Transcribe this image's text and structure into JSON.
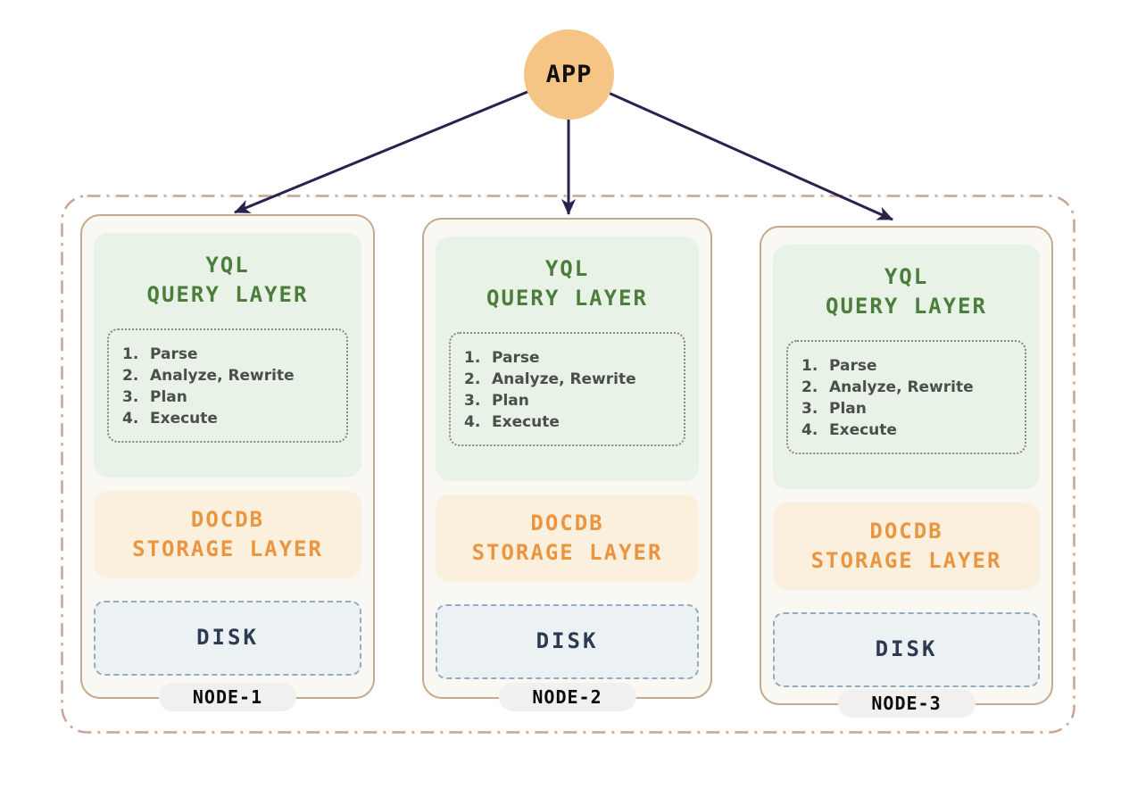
{
  "app": {
    "label": "APP"
  },
  "cluster": {
    "nodes": [
      {
        "query_layer": {
          "title_line1": "YQL",
          "title_line2": "QUERY LAYER",
          "steps": [
            {
              "num": "1.",
              "label": "Parse"
            },
            {
              "num": "2.",
              "label": "Analyze, Rewrite"
            },
            {
              "num": "3.",
              "label": "Plan"
            },
            {
              "num": "4.",
              "label": "Execute"
            }
          ]
        },
        "storage_layer": {
          "line1": "DOCDB",
          "line2": "STORAGE LAYER"
        },
        "disk": {
          "label": "DISK"
        },
        "badge": "NODE-1"
      },
      {
        "query_layer": {
          "title_line1": "YQL",
          "title_line2": "QUERY LAYER",
          "steps": [
            {
              "num": "1.",
              "label": "Parse"
            },
            {
              "num": "2.",
              "label": "Analyze, Rewrite"
            },
            {
              "num": "3.",
              "label": "Plan"
            },
            {
              "num": "4.",
              "label": "Execute"
            }
          ]
        },
        "storage_layer": {
          "line1": "DOCDB",
          "line2": "STORAGE LAYER"
        },
        "disk": {
          "label": "DISK"
        },
        "badge": "NODE-2"
      },
      {
        "query_layer": {
          "title_line1": "YQL",
          "title_line2": "QUERY LAYER",
          "steps": [
            {
              "num": "1.",
              "label": "Parse"
            },
            {
              "num": "2.",
              "label": "Analyze, Rewrite"
            },
            {
              "num": "3.",
              "label": "Plan"
            },
            {
              "num": "4.",
              "label": "Execute"
            }
          ]
        },
        "storage_layer": {
          "line1": "DOCDB",
          "line2": "STORAGE LAYER"
        },
        "disk": {
          "label": "DISK"
        },
        "badge": "NODE-3"
      }
    ]
  },
  "colors": {
    "app_circle": "#F4C584",
    "arrow": "#29224E",
    "cluster_dash_border": "#C9A493",
    "card_bg": "#FAF8F3",
    "card_border": "#C6A88E",
    "query_layer_bg": "#E9F2E6",
    "query_layer_text": "#4B7D3B",
    "steps_text": "#4B4F4B",
    "storage_layer_bg": "#FBF0DE",
    "storage_layer_text": "#EB9540",
    "disk_bg": "#ECF1F3",
    "disk_border": "#94ABC1",
    "disk_text": "#2C3A52",
    "badge_bg": "#F0F0F0",
    "badge_text": "#0B0B0B"
  }
}
